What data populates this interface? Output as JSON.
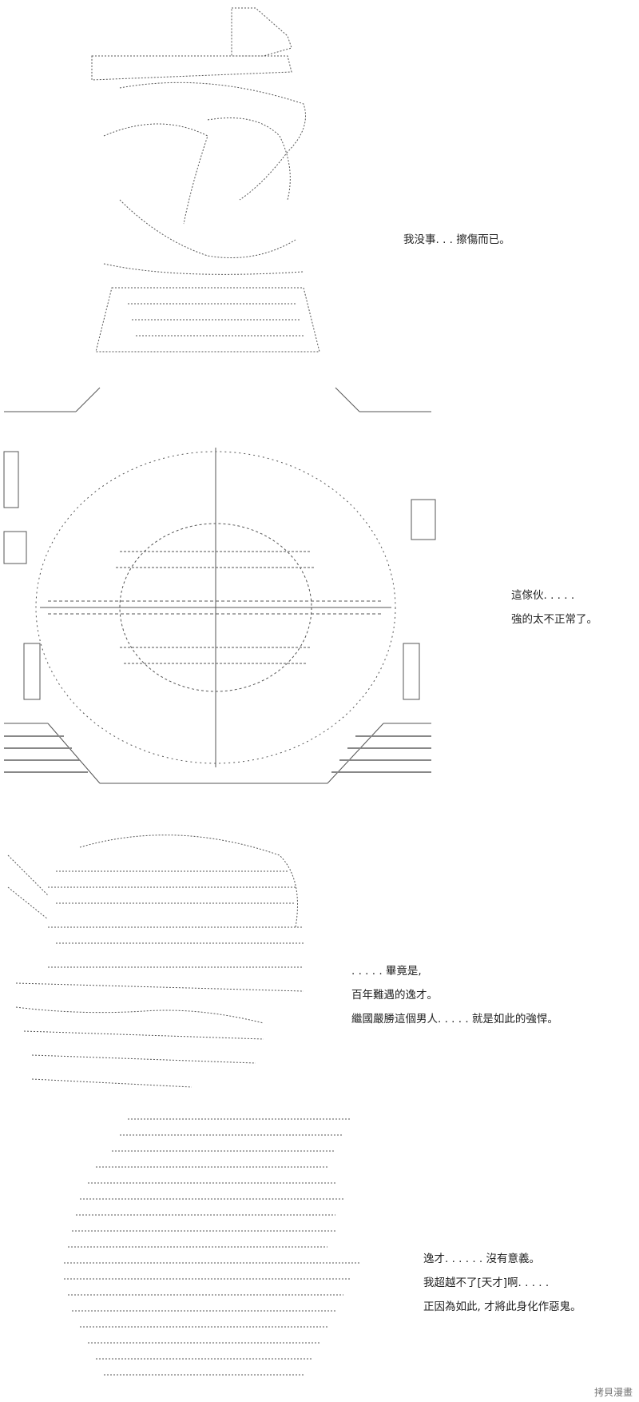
{
  "panels": [
    {
      "id": "p1",
      "art": "ascii-art-character-head",
      "lines": [
        "我没事. . . 擦傷而已。"
      ]
    },
    {
      "id": "p2",
      "art": "ascii-art-scope-crosshair",
      "lines": [
        "這傢伙. . . . .",
        "強的太不正常了。"
      ]
    },
    {
      "id": "p3",
      "art": "ascii-art-character-hair",
      "lines": [
        ". . . . . 畢竟是,",
        "百年難遇的逸才。",
        "繼國嚴勝這個男人. . . . . 就是如此的強悍。"
      ]
    },
    {
      "id": "p4",
      "art": "ascii-art-character-face",
      "lines": [
        "逸才. . . . . . 沒有意義。",
        "我超越不了[天才]啊. . . . .",
        "正因為如此, 才將此身化作惡鬼。"
      ]
    }
  ],
  "watermark": "拷貝漫畫",
  "colors": {
    "ink": "#222222",
    "line": "#555555",
    "dots": "#888888",
    "background": "#ffffff"
  }
}
